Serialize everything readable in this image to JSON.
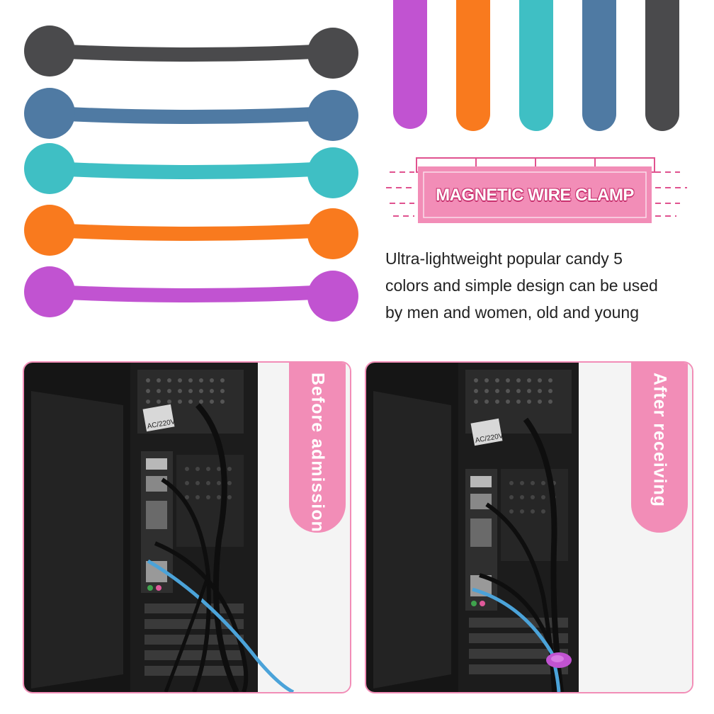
{
  "banner": {
    "title": "MAGNETIC WIRE CLAMP"
  },
  "description": {
    "lines": [
      "Ultra-lightweight popular candy 5",
      "colors and simple design can be used",
      "by men and women, old and young"
    ]
  },
  "straps": [
    {
      "name": "gray",
      "color": "#4a4a4c"
    },
    {
      "name": "blue",
      "color": "#4f7aa3"
    },
    {
      "name": "cyan",
      "color": "#3fbfc4"
    },
    {
      "name": "orange",
      "color": "#f97a1e"
    },
    {
      "name": "purple",
      "color": "#c153d1"
    }
  ],
  "pills": [
    {
      "name": "purple",
      "color": "#c153d1"
    },
    {
      "name": "orange",
      "color": "#f97a1e"
    },
    {
      "name": "cyan",
      "color": "#3fbfc4"
    },
    {
      "name": "blue",
      "color": "#4f7aa3"
    },
    {
      "name": "gray",
      "color": "#4a4a4c"
    }
  ],
  "panels": {
    "before": {
      "label": "Before admission"
    },
    "after": {
      "label": "After receiving"
    }
  },
  "colors": {
    "accent_pink": "#f28db7",
    "banner_pink": "#f28db7",
    "banner_outline": "#c8306e"
  },
  "photo": {
    "port_label": "AC/220V"
  }
}
